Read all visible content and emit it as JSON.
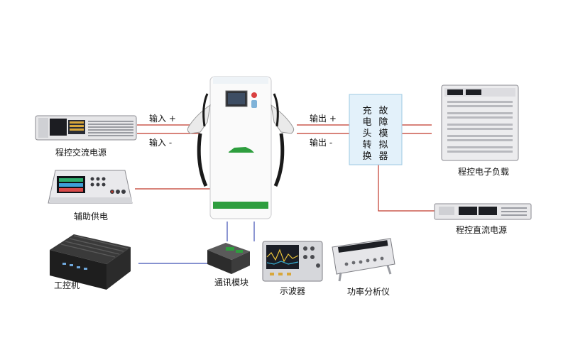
{
  "devices": {
    "ac_source": "程控交流电源",
    "aux_supply": "辅助供电",
    "ipc": "工控机",
    "comm_module": "通讯模块",
    "oscilloscope": "示波器",
    "power_analyzer": "功率分析仪",
    "electronic_load": "程控电子负载",
    "dc_source": "程控直流电源"
  },
  "connections": {
    "input_pos": "输入 +",
    "input_neg": "输入 -",
    "output_pos": "输出 +",
    "output_neg": "输出 -"
  },
  "simulator": {
    "col1": [
      "充",
      "电",
      "头",
      "转",
      "换"
    ],
    "col2": [
      "故",
      "障",
      "模",
      "拟",
      "器"
    ]
  },
  "colors": {
    "power_line": "#c0392b",
    "comm_line": "#3f51b5",
    "simulator_fill": "#e3f1fa",
    "charger_band": "#2e9e3e",
    "charger_logo": "#2e9e3e"
  }
}
